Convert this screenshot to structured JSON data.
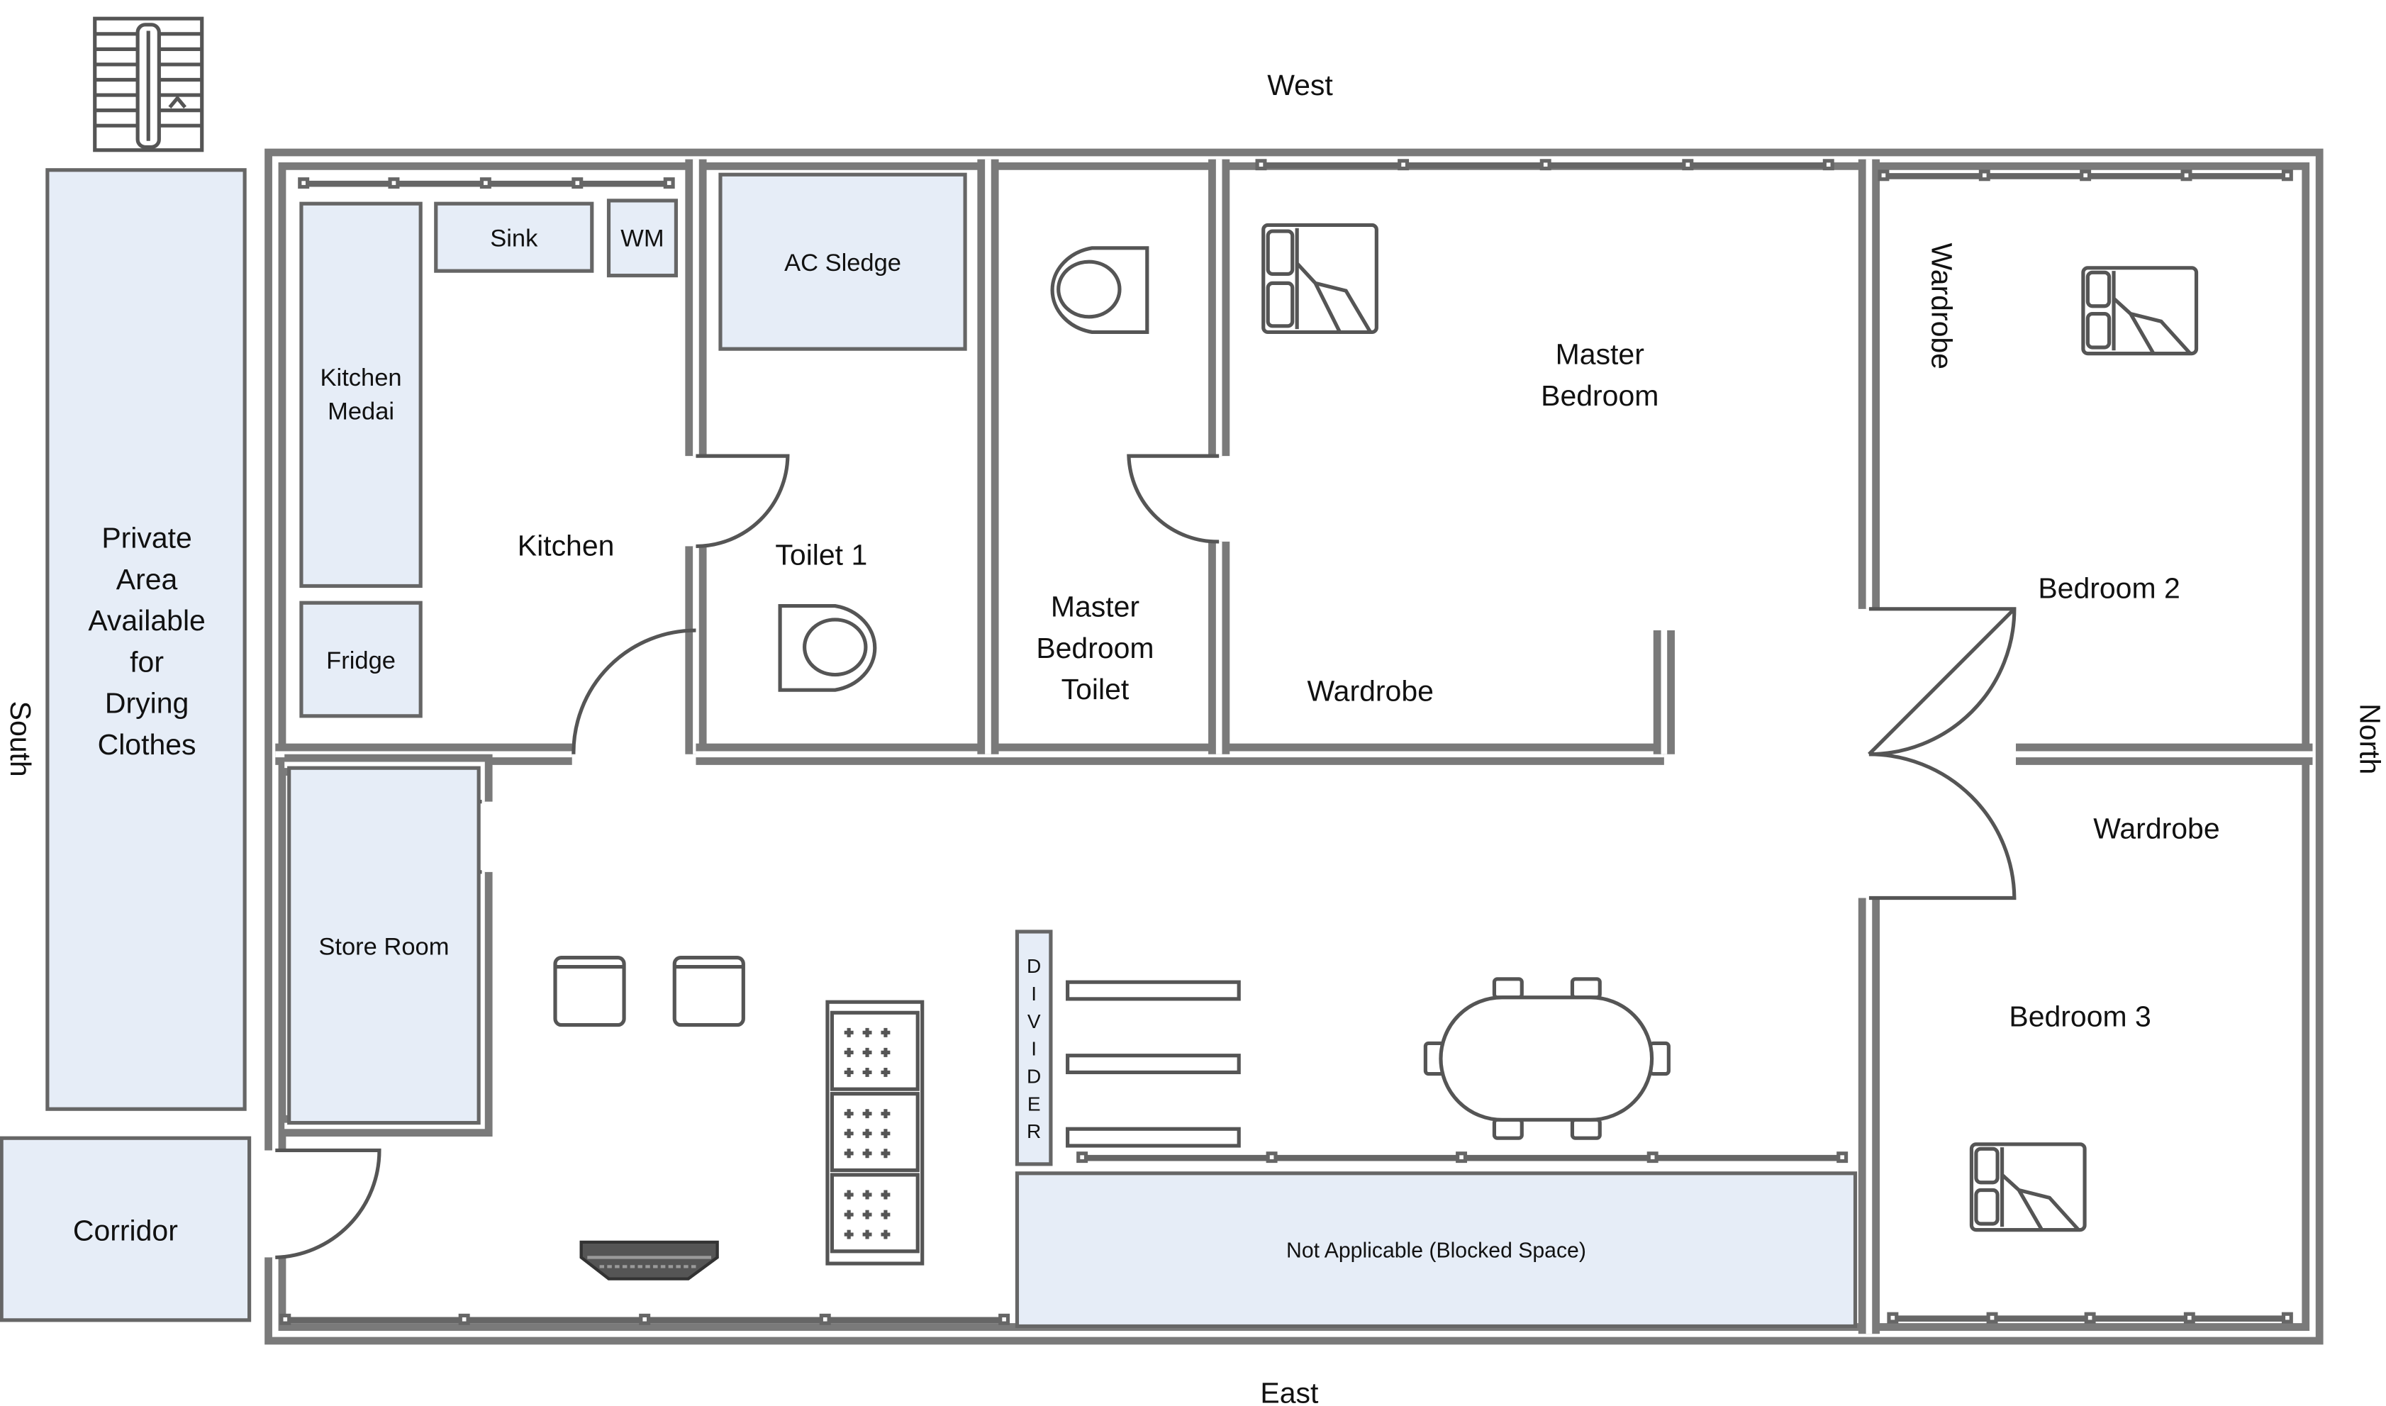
{
  "directions": {
    "top": "West",
    "bottom": "East",
    "left": "South",
    "right": "North"
  },
  "rooms": {
    "kitchen": "Kitchen",
    "toilet1": "Toilet 1",
    "master_toilet_line1": "Master",
    "master_toilet_line2": "Bedroom",
    "master_toilet_line3": "Toilet",
    "master_bedroom_line1": "Master",
    "master_bedroom_line2": "Bedroom",
    "bedroom2": "Bedroom 2",
    "bedroom3": "Bedroom 3",
    "store_room": "Store Room",
    "corridor": "Corridor",
    "blocked_space": "Not Applicable (Blocked Space)"
  },
  "private_area_lines": [
    "Private",
    "Area",
    "Available",
    "for",
    "Drying",
    "Clothes"
  ],
  "fixtures": {
    "sink": "Sink",
    "wm": "WM",
    "ac_sledge": "AC Sledge",
    "kitchen_medai_line1": "Kitchen",
    "kitchen_medai_line2": "Medai",
    "fridge": "Fridge",
    "wardrobe_master": "Wardrobe",
    "wardrobe_bedroom2": "Wardrobe",
    "wardrobe_bedroom3": "Wardrobe"
  },
  "divider_letters": [
    "D",
    "I",
    "V",
    "I",
    "D",
    "E",
    "R"
  ],
  "colors": {
    "fixture_fill": "#e6edf7",
    "wall": "#7a7a7a",
    "line": "#555555"
  }
}
